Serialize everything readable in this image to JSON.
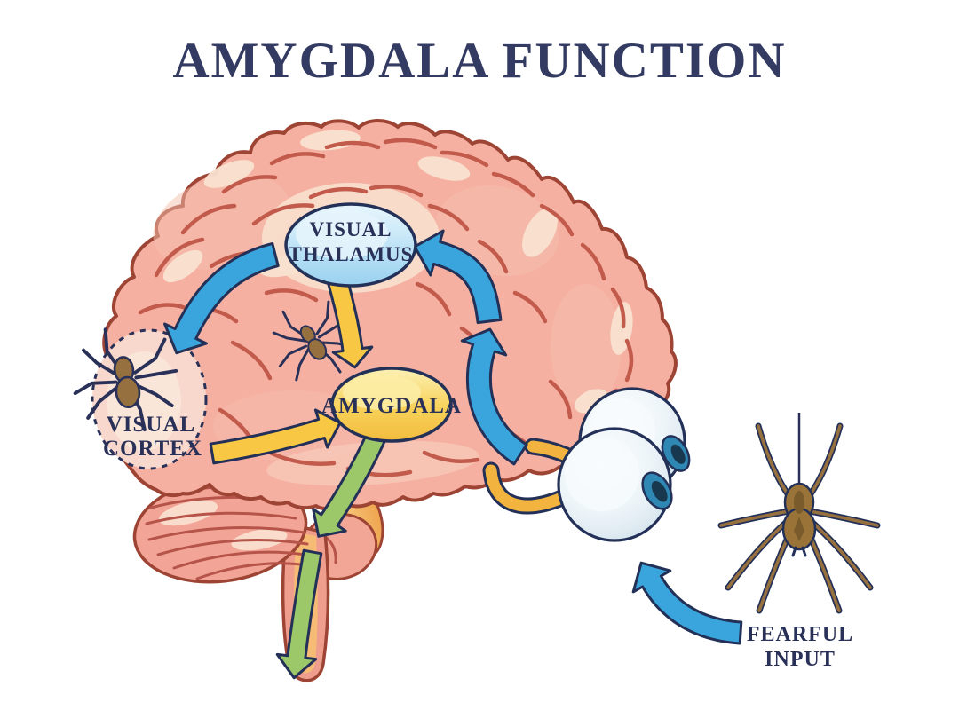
{
  "title": "AMYGDALA FUNCTION",
  "nodes": {
    "visual_thalamus": {
      "label": "VISUAL THALAMUS",
      "lines": [
        "VISUAL",
        "THALAMUS"
      ],
      "fill": "#bce2f6"
    },
    "amygdala": {
      "label": "AMYGDALA",
      "lines": [
        "AMYGDALA"
      ],
      "fill": "#f8d158"
    },
    "visual_cortex": {
      "label": "VISUAL CORTEX",
      "lines": [
        "VISUAL",
        "CORTEX"
      ],
      "style": "dashed-region"
    },
    "fearful_input": {
      "label": "FEARFUL INPUT",
      "lines": [
        "FEARFUL",
        "INPUT"
      ]
    }
  },
  "pathways": [
    {
      "id": "fearful-input-to-eyes",
      "from": "fearful input (spider)",
      "to": "eyes",
      "color": "#3aa5dc"
    },
    {
      "id": "eyes-to-visual-thalamus",
      "from": "eyes",
      "to": "visual thalamus",
      "color": "#3aa5dc"
    },
    {
      "id": "visual-thalamus-to-visual-cortex",
      "from": "visual thalamus",
      "to": "visual cortex",
      "color": "#3aa5dc"
    },
    {
      "id": "visual-thalamus-to-amygdala",
      "from": "visual thalamus",
      "to": "amygdala",
      "color": "#f8c844"
    },
    {
      "id": "visual-cortex-to-amygdala",
      "from": "visual cortex",
      "to": "amygdala",
      "color": "#f8c844"
    },
    {
      "id": "amygdala-to-body-response",
      "from": "amygdala",
      "to": "body (response)",
      "color": "#9cc86a"
    }
  ],
  "illustrations": [
    "brain",
    "cerebellum",
    "brainstem",
    "eyes",
    "hanging-spider",
    "spider-on-brain",
    "spider-in-visual-cortex"
  ],
  "palette": {
    "title_text": "#343b63",
    "label_text": "#2a3158",
    "outline_navy": "#233057",
    "brain_fill": "#f5b0a2",
    "brain_outline": "#9e4434",
    "sulci": "#c25b4c",
    "pathway_blue": "#3aa5dc",
    "pathway_yellow": "#f8c844",
    "pathway_green": "#9cc86a",
    "spider_brown": "#96703f",
    "iris_blue": "#2f87b4"
  }
}
